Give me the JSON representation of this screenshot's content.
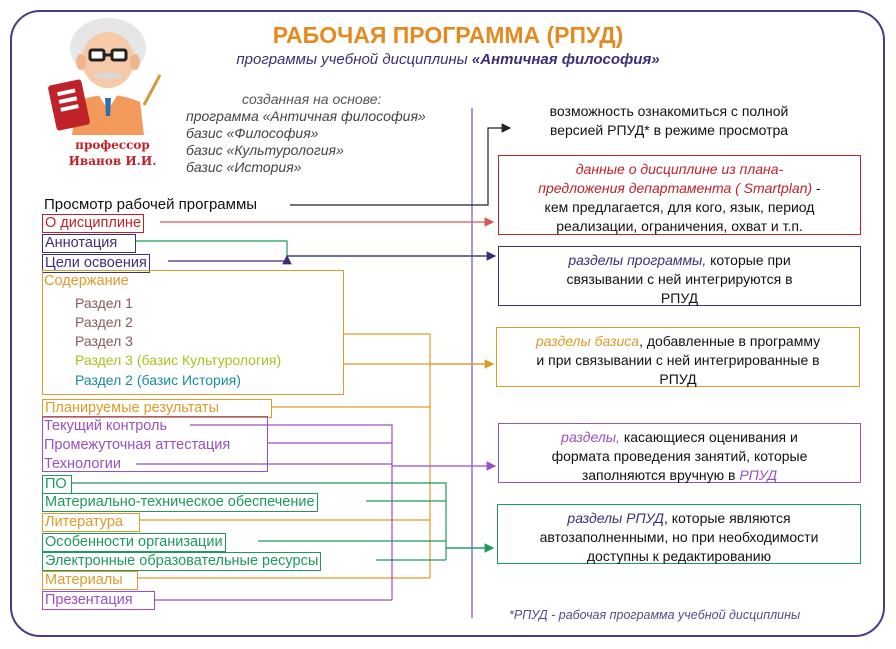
{
  "header": {
    "title": "РАБОЧАЯ ПРОГРАММА (РПУД)",
    "subtitle_prefix": "программы учебной дисциплины ",
    "subtitle_name": "«Античная философия»"
  },
  "professor": {
    "line1": "профессор",
    "line2": "Иванов И.И."
  },
  "based_on": {
    "heading": "созданная на основе:",
    "items": [
      "программа «Античная философия»",
      "базис «Философия»",
      "базис «Культурология»",
      "базис «История»"
    ]
  },
  "view_label": "Просмотр рабочей программы",
  "menu": {
    "about": "О дисциплине",
    "annotation": "Аннотация",
    "goals": "Цели освоения",
    "content": "Содержание",
    "sections": [
      "Раздел 1",
      "Раздел 2",
      "Раздел 3",
      "Раздел 3 (базис Культурология)",
      "Раздел 2 (базис История)"
    ],
    "planned_results": "Планируемые результаты",
    "current_control": "Текущий контроль",
    "interim_attestation": "Промежуточная аттестация",
    "technologies": "Технологии",
    "software": "ПО",
    "mat_tech": "Материально-техническое обеспечение",
    "literature": "Литература",
    "features": "Особенности организации",
    "eresources": "Электронные образовательные ресурсы",
    "materials": "Материалы",
    "presentation": "Презентация"
  },
  "right": {
    "full_view_1": "возможность ознакомиться с полной",
    "full_view_2": "версией РПУД* в режиме просмотра",
    "box1_em1": "данные о дисциплине из плана-",
    "box1_em2": "предложения департамента ( Smartplan)",
    "box1_rest1": " -",
    "box1_rest2": "кем предлагается, для кого, язык, период",
    "box1_rest3": "реализации, ограничения, охват и т.п.",
    "box2_em": "разделы программы,",
    "box2_rest1": " которые при",
    "box2_rest2": "связывании с ней интегрируются в",
    "box2_rest3": "РПУД",
    "box3_em": "разделы базиса",
    "box3_rest1": ", добавленные в программу",
    "box3_rest2": "и при связывании с ней интегрированные в",
    "box3_rest3": "РПУД",
    "box4_em": "разделы,",
    "box4_rest1": " касающиеся оценивания и",
    "box4_rest2": "формата проведения занятий, которые",
    "box4_rest3": "заполняются вручную в ",
    "box4_em2": "РПУД",
    "box5_em": "разделы РПУД",
    "box5_rest1": ", которые являются",
    "box5_rest2": "автозаполненными, но при необходимости",
    "box5_rest3": "доступны к редактированию"
  },
  "footnote": "*РПУД - рабочая программа учебной дисциплины",
  "colors": {
    "frame": "#4b3a8c",
    "title": "#e58a1f",
    "red": "#c0222a",
    "purple": "#9b4fc4",
    "orange": "#e09a2a",
    "green": "#1e9a5a",
    "indigo": "#3b2f7a",
    "teal": "#1a8aa0",
    "olive": "#a8c21e",
    "brown": "#8a5a5a"
  }
}
